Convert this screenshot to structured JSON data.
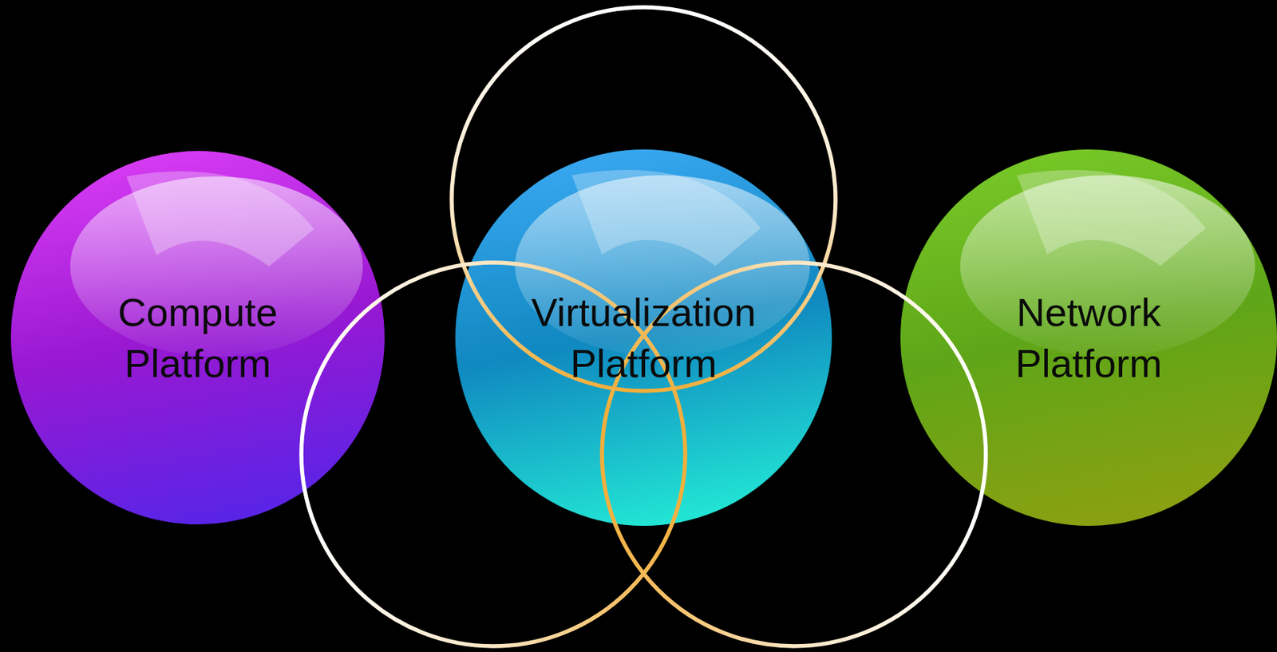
{
  "diagram": {
    "nodes": [
      {
        "text": [
          "Compute Platform"
        ]
      },
      {
        "text": [
          "Virtualization Platform"
        ]
      },
      {
        "text": [
          "Network Platform"
        ]
      }
    ]
  }
}
